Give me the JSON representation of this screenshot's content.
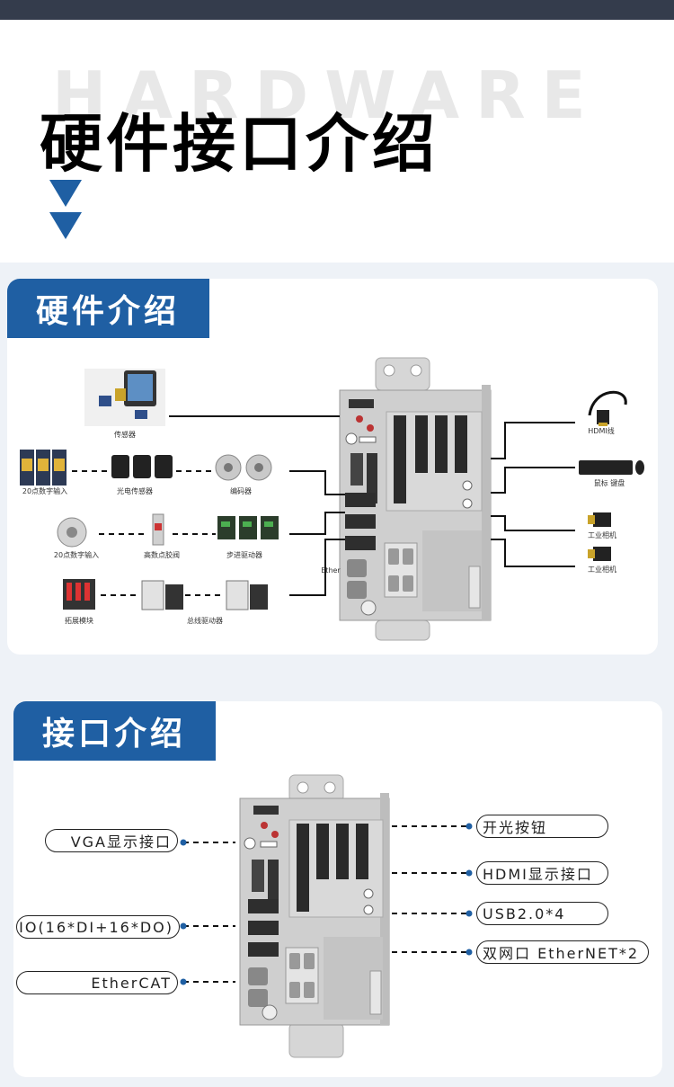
{
  "header": {
    "watermark": "HARDWARE",
    "title": "硬件接口介绍"
  },
  "hardware_section": {
    "tab_label": "硬件介绍",
    "left_items": [
      {
        "label": "传感器"
      },
      {
        "label": "20点数字输入"
      },
      {
        "label": "光电传感器"
      },
      {
        "label": "编码器"
      },
      {
        "label": "20点数字输入"
      },
      {
        "label": "高数点胶阀"
      },
      {
        "label": "步进驱动器"
      },
      {
        "label": "拓展模块"
      },
      {
        "label": "总线驱动器"
      }
    ],
    "right_items": [
      {
        "label": "HDMI线"
      },
      {
        "label": "鼠标 键盘"
      },
      {
        "label": "工业相机"
      },
      {
        "label": "工业相机"
      }
    ],
    "ether_partial": "Ether"
  },
  "interface_section": {
    "tab_label": "接口介绍",
    "left_labels": [
      "VGA显示接口",
      "IO(16*DI+16*DO)",
      "EtherCAT"
    ],
    "right_labels": [
      "开光按钮",
      "HDMI显示接口",
      "USB2.0*4",
      "双网口 EtherNET*2"
    ]
  },
  "colors": {
    "accent": "#1f5fa3",
    "topbar": "#343c4c",
    "background": "#eef2f7"
  }
}
